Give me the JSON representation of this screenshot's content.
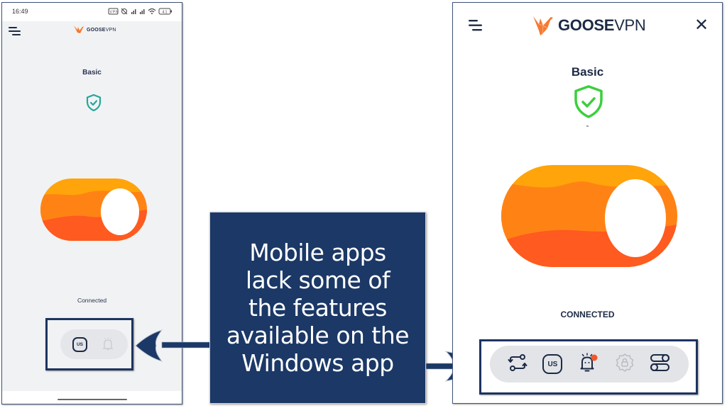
{
  "mobile_app": {
    "status_bar": {
      "time": "16:49",
      "icons": "VPN ✱ .ıl .ıl ≋ 41",
      "battery": "41"
    },
    "logo": {
      "brand_bold": "GOOSE",
      "brand_light": "VPN"
    },
    "plan": "Basic",
    "connection_status": "Connected",
    "quick_actions": [
      {
        "name": "location",
        "label": "US",
        "enabled": true
      },
      {
        "name": "notifications",
        "icon": "bell-icon",
        "enabled": false
      }
    ]
  },
  "callout": {
    "text_lines": [
      "Mobile apps",
      "lack some of",
      "the features",
      "available on the",
      "Windows app"
    ]
  },
  "windows_app": {
    "logo": {
      "brand_bold": "GOOSE",
      "brand_light": "VPN"
    },
    "close_glyph": "✕",
    "plan": "Basic",
    "sub_status": "-",
    "connection_status": "CONNECTED",
    "quick_actions": [
      {
        "name": "split-tunnel",
        "icon": "route-swap-icon"
      },
      {
        "name": "location",
        "label": "US"
      },
      {
        "name": "notifications",
        "icon": "bell-icon",
        "badge_color": "#f2562a"
      },
      {
        "name": "protection",
        "icon": "lock-badge-icon",
        "enabled": false
      },
      {
        "name": "settings",
        "icon": "toggles-icon"
      }
    ]
  },
  "colors": {
    "annotation_navy": "#1b3866",
    "toggle_light": "#ffa40a",
    "toggle_mid": "#ff8314",
    "toggle_dark": "#ff5a1f",
    "shield_mobile": "#26a69a",
    "shield_windows": "#3ccf3c",
    "text_dark": "#1c2a44"
  }
}
